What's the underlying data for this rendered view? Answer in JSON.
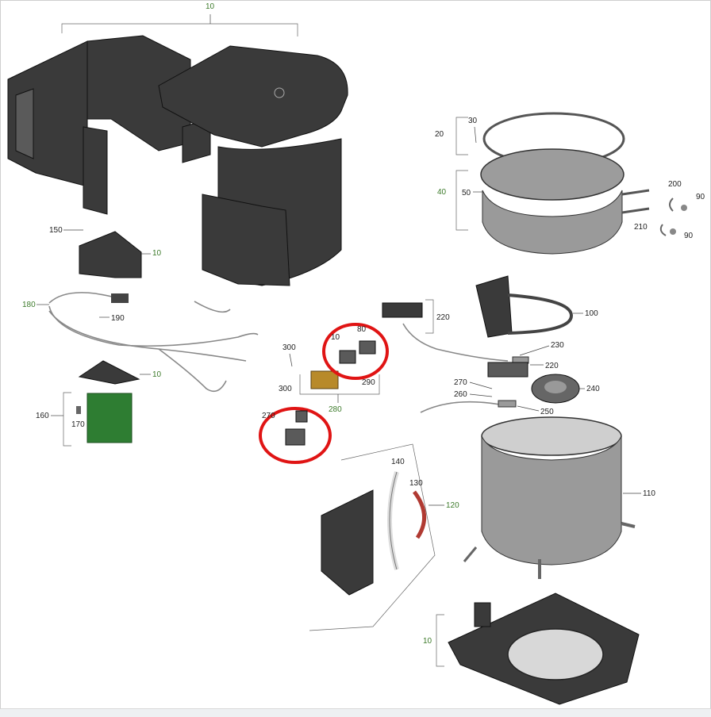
{
  "labels": {
    "top_10": "10",
    "l20": "20",
    "l30": "30",
    "l40": "40",
    "l50": "50",
    "l200": "200",
    "l90a": "90",
    "l210": "210",
    "l90b": "90",
    "l150": "150",
    "l10_mid": "10",
    "l180": "180",
    "l190": "190",
    "l220a": "220",
    "l100": "100",
    "l300a": "300",
    "l10_ring": "10",
    "l80": "80",
    "l230": "230",
    "l220b": "220",
    "l10_tri": "10",
    "l300b": "300",
    "l290": "290",
    "l270": "270",
    "l240": "240",
    "l260": "260",
    "l250": "250",
    "l280": "280",
    "l160": "160",
    "l170": "170",
    "l270_left": "270",
    "l140": "140",
    "l130": "130",
    "l120": "120",
    "l110": "110",
    "l10_bottom": "10"
  },
  "colors": {
    "highlight_ring": "#e01414",
    "green_label": "#3c7a2a",
    "circuit_board": "#2e7d32",
    "burner_red": "#b03a32"
  }
}
